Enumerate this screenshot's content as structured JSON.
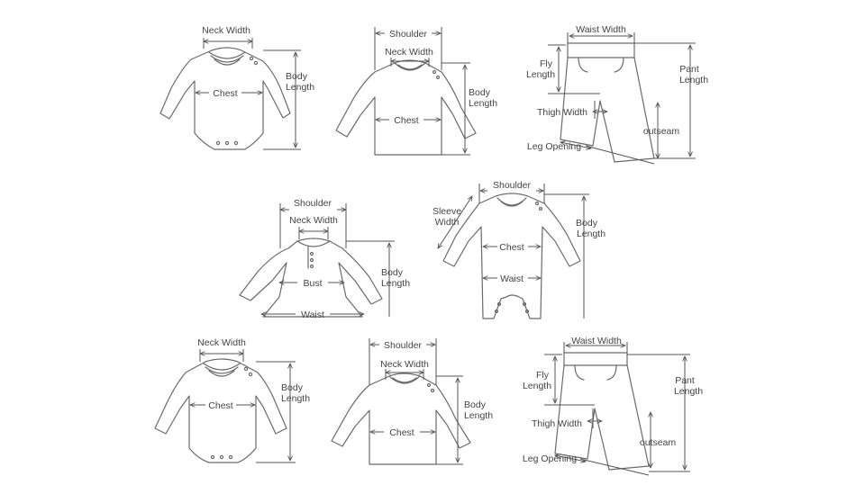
{
  "labels": {
    "neck_width": "Neck Width",
    "body": "Body",
    "length": "Length",
    "chest": "Chest",
    "shoulder": "Shoulder",
    "waist_width": "Waist Width",
    "fly": "Fly",
    "pant": "Pant",
    "thigh_width": "Thigh Width",
    "outseam": "outseam",
    "leg_opening": "Leg Opening",
    "sleeve": "Sleeve",
    "width": "Width",
    "bust": "Bust",
    "waist": "Waist"
  }
}
